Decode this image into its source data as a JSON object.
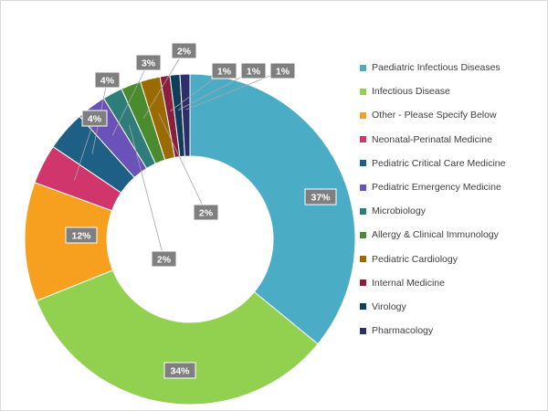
{
  "chart_data": {
    "type": "pie",
    "donut": true,
    "legend_position": "right",
    "categories": [
      "Paediatric Infectious Diseases",
      "Infectious Disease",
      "Other - Please Specify Below",
      "Neonatal-Perinatal Medicine",
      "Pediatric Critical Care Medicine",
      "Pediatric Emergency Medicine",
      "Microbiology",
      "Allergy & Clinical Immunology",
      "Pediatric Cardiology",
      "Internal Medicine",
      "Virology",
      "Pharmacology"
    ],
    "values": [
      37,
      34,
      12,
      4,
      4,
      3,
      2,
      2,
      2,
      1,
      1,
      1
    ],
    "data_labels": [
      "37%",
      "34%",
      "12%",
      "4%",
      "4%",
      "3%",
      "2%",
      "2%",
      "2%",
      "1%",
      "1%",
      "1%"
    ],
    "colors": [
      "#4bacc6",
      "#92d050",
      "#f79f1f",
      "#d0356c",
      "#1e5f85",
      "#6b52b8",
      "#2e7d7a",
      "#4a8b2e",
      "#9b6a00",
      "#8b1e3f",
      "#0f3d5c",
      "#2e2e6b"
    ]
  }
}
